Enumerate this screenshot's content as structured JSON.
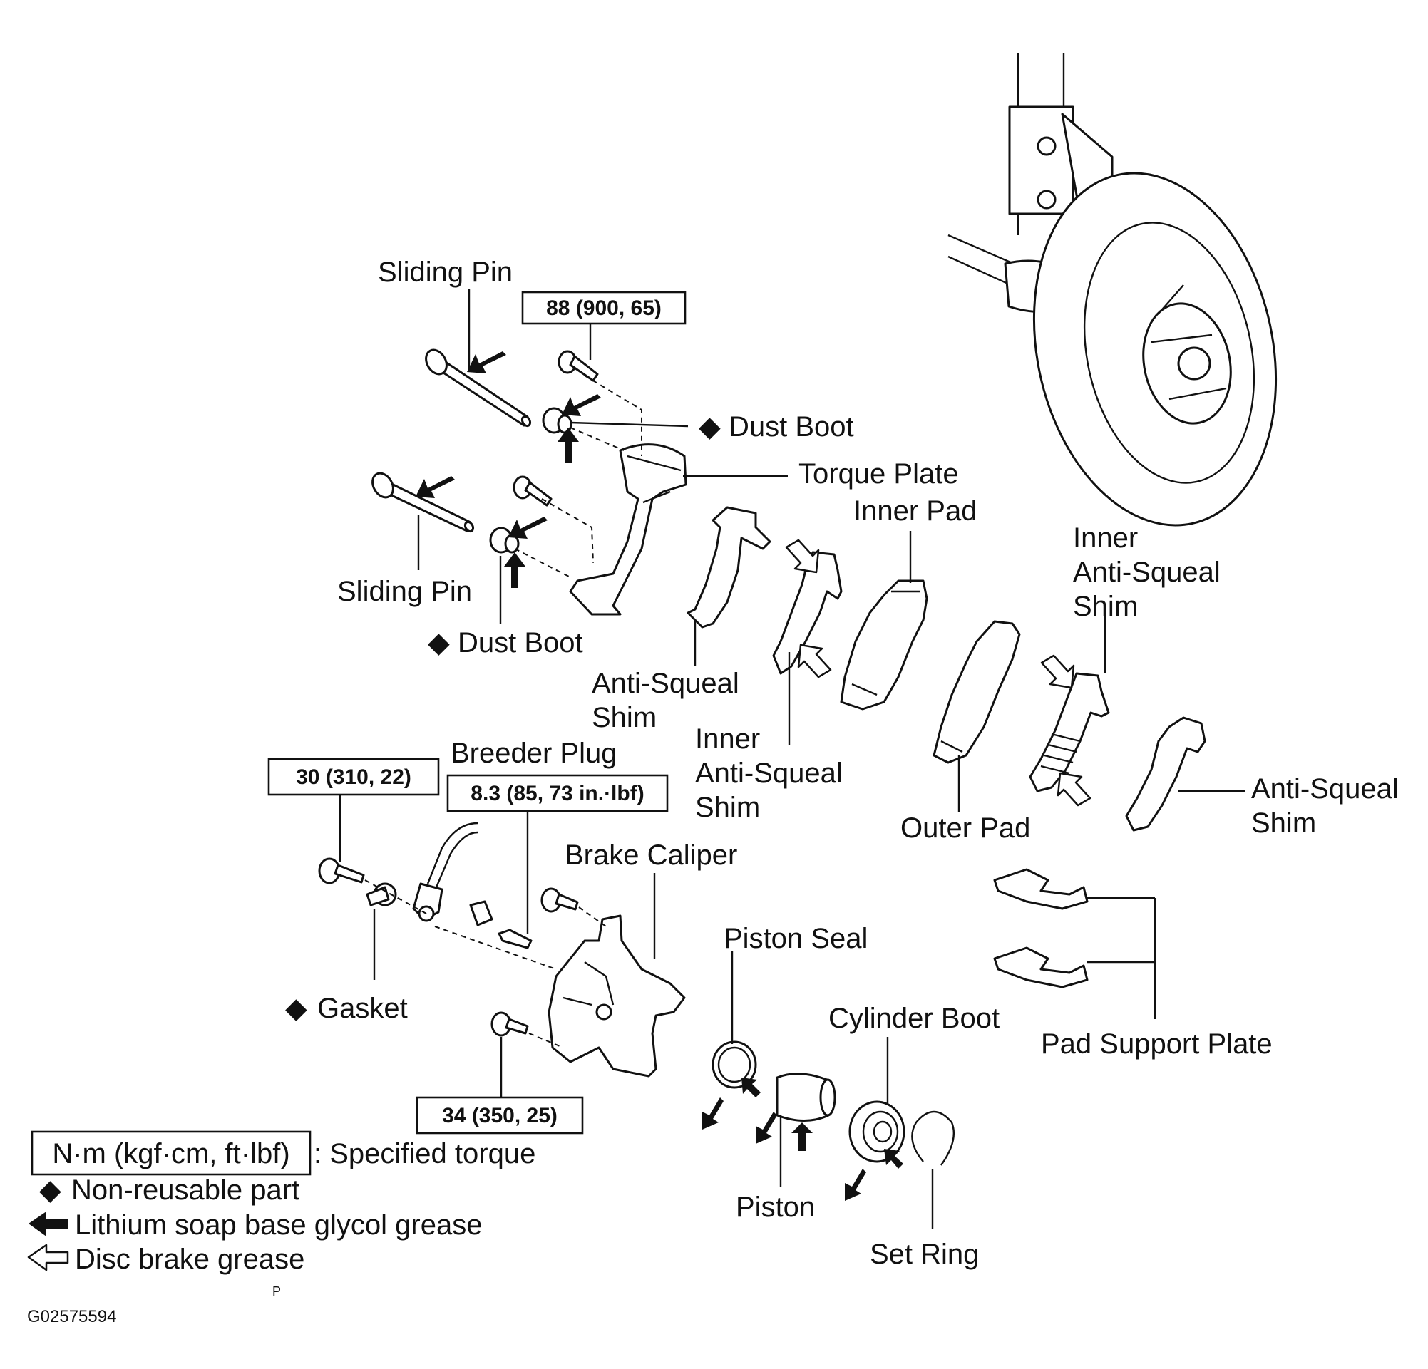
{
  "labels": {
    "sliding_pin_top": "Sliding Pin",
    "sliding_pin_bottom": "Sliding Pin",
    "dust_boot_top": "Dust Boot",
    "dust_boot_bottom": "Dust Boot",
    "torque_plate": "Torque Plate",
    "inner_pad": "Inner Pad",
    "inner_shim_right": [
      "Inner",
      "Anti-Squeal",
      "Shim"
    ],
    "inner_shim_center": [
      "Inner",
      "Anti-Squeal",
      "Shim"
    ],
    "anti_squeal_left": [
      "Anti-Squeal",
      "Shim"
    ],
    "anti_squeal_right": [
      "Anti-Squeal",
      "Shim"
    ],
    "outer_pad": "Outer Pad",
    "breeder_plug": "Breeder Plug",
    "brake_caliper": "Brake Caliper",
    "piston_seal": "Piston Seal",
    "cylinder_boot": "Cylinder Boot",
    "pad_support_plate": "Pad Support Plate",
    "gasket": "Gasket",
    "piston": "Piston",
    "set_ring": "Set Ring"
  },
  "torques": {
    "torque_88": "88 (900, 65)",
    "torque_30": "30 (310, 22)",
    "torque_8_3": "8.3 (85, 73 in.·lbf)",
    "torque_34": "34 (350, 25)"
  },
  "legend": {
    "unit_box": "N·m (kgf·cm, ft·lbf)",
    "unit_desc": ": Specified torque",
    "non_reusable": "Non-reusable part",
    "lithium": "Lithium soap base glycol grease",
    "disc_grease": "Disc brake grease"
  },
  "small_mark": "P",
  "figure_code": "G02575594"
}
